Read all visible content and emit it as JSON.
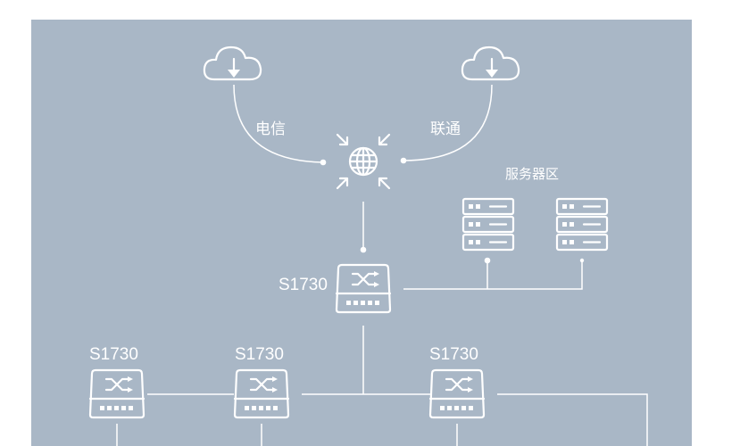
{
  "diagram": {
    "isp": {
      "telecom_label": "电信",
      "unicom_label": "联通"
    },
    "server_zone": {
      "title": "服务器区"
    },
    "switches": {
      "core_label": "S1730",
      "access_1_label": "S1730",
      "access_2_label": "S1730",
      "access_3_label": "S1730"
    },
    "icons": {
      "cloud": "cloud-download-icon",
      "internet": "globe-icon",
      "server": "server-rack-icon",
      "switch": "network-switch-icon"
    }
  }
}
